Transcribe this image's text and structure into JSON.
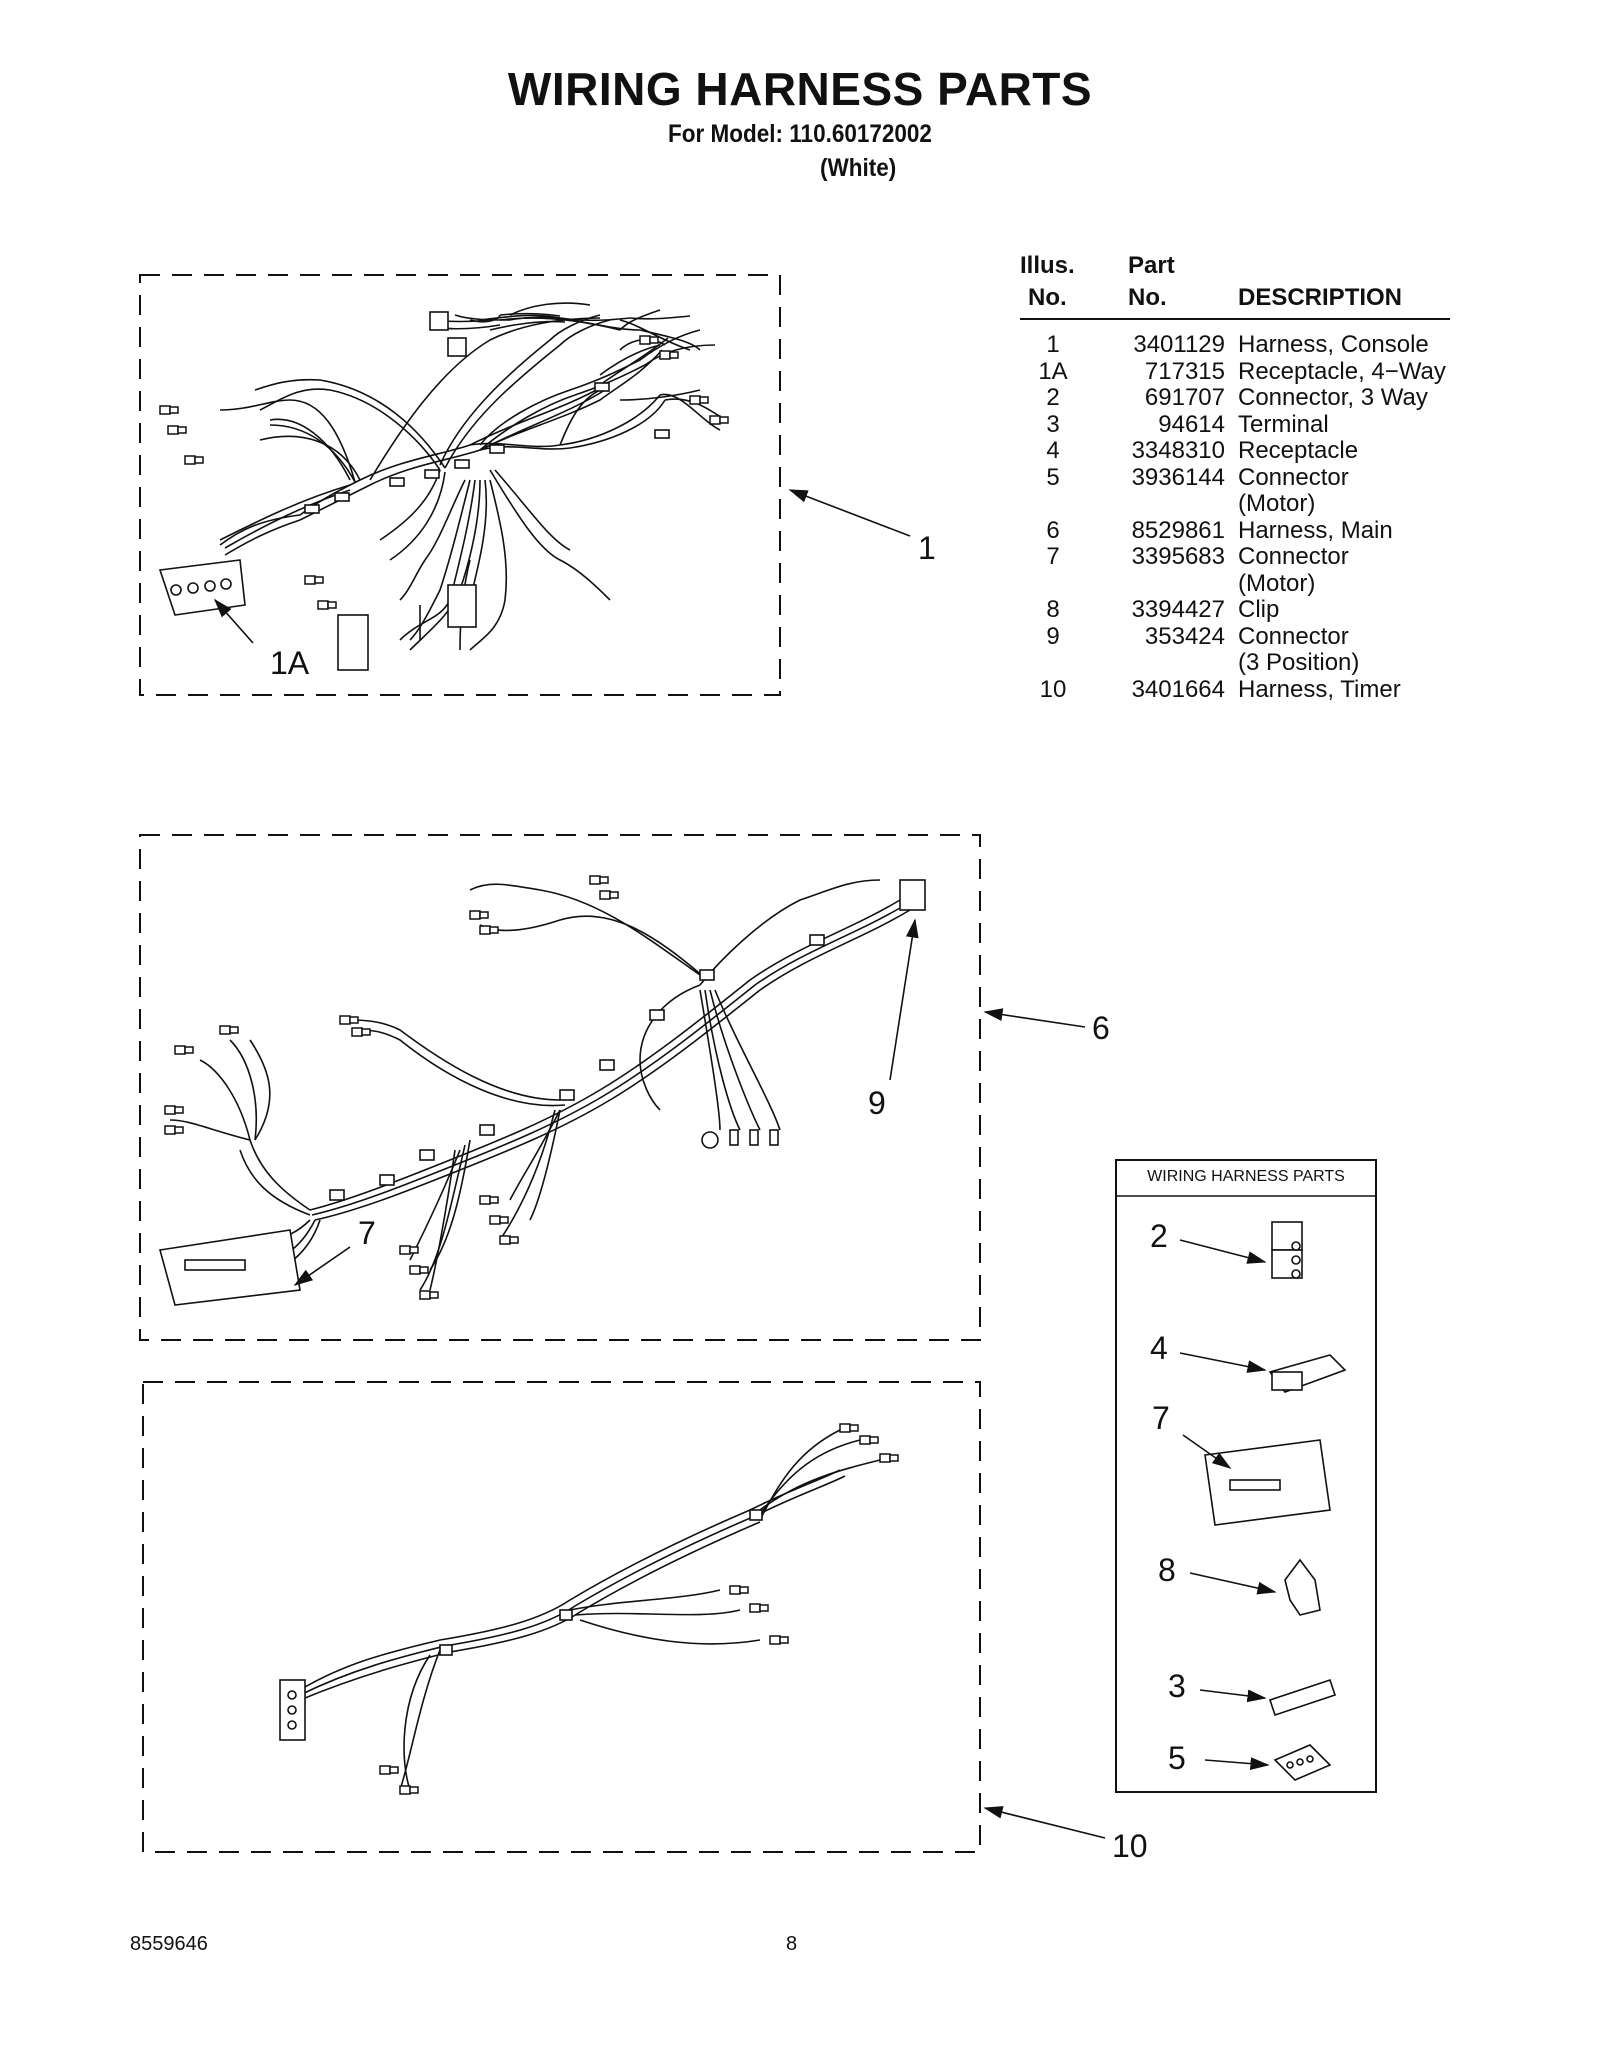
{
  "header": {
    "title": "WIRING HARNESS PARTS",
    "model_line": "For Model: 110.60172002",
    "color_line": "(White)"
  },
  "parts_table": {
    "headers": {
      "illus_1": "Illus.",
      "illus_2": "No.",
      "part_1": "Part",
      "part_2": "No.",
      "desc": "DESCRIPTION"
    },
    "rows": [
      {
        "illus": "1",
        "part": "3401129",
        "desc": "Harness, Console"
      },
      {
        "illus": "1A",
        "part": "717315",
        "desc": "Receptacle, 4−Way"
      },
      {
        "illus": "2",
        "part": "691707",
        "desc": "Connector, 3 Way"
      },
      {
        "illus": "3",
        "part": "94614",
        "desc": "Terminal"
      },
      {
        "illus": "4",
        "part": "3348310",
        "desc": "Receptacle"
      },
      {
        "illus": "5",
        "part": "3936144",
        "desc": "Connector"
      },
      {
        "illus": "",
        "part": "",
        "desc": "(Motor)"
      },
      {
        "illus": "6",
        "part": "8529861",
        "desc": "Harness, Main"
      },
      {
        "illus": "7",
        "part": "3395683",
        "desc": "Connector"
      },
      {
        "illus": "",
        "part": "",
        "desc": "(Motor)"
      },
      {
        "illus": "8",
        "part": "3394427",
        "desc": "Clip"
      },
      {
        "illus": "9",
        "part": "353424",
        "desc": "Connector"
      },
      {
        "illus": "",
        "part": "",
        "desc": "(3 Position)"
      },
      {
        "illus": "10",
        "part": "3401664",
        "desc": "Harness, Timer"
      }
    ]
  },
  "callouts": {
    "c1": "1",
    "c1a": "1A",
    "c6": "6",
    "c9": "9",
    "c7": "7",
    "c10": "10",
    "inset_2": "2",
    "inset_4": "4",
    "inset_7": "7",
    "inset_8": "8",
    "inset_3": "3",
    "inset_5": "5"
  },
  "inset": {
    "title": "WIRING HARNESS PARTS"
  },
  "footer": {
    "doc_number": "8559646",
    "page_number": "8"
  }
}
